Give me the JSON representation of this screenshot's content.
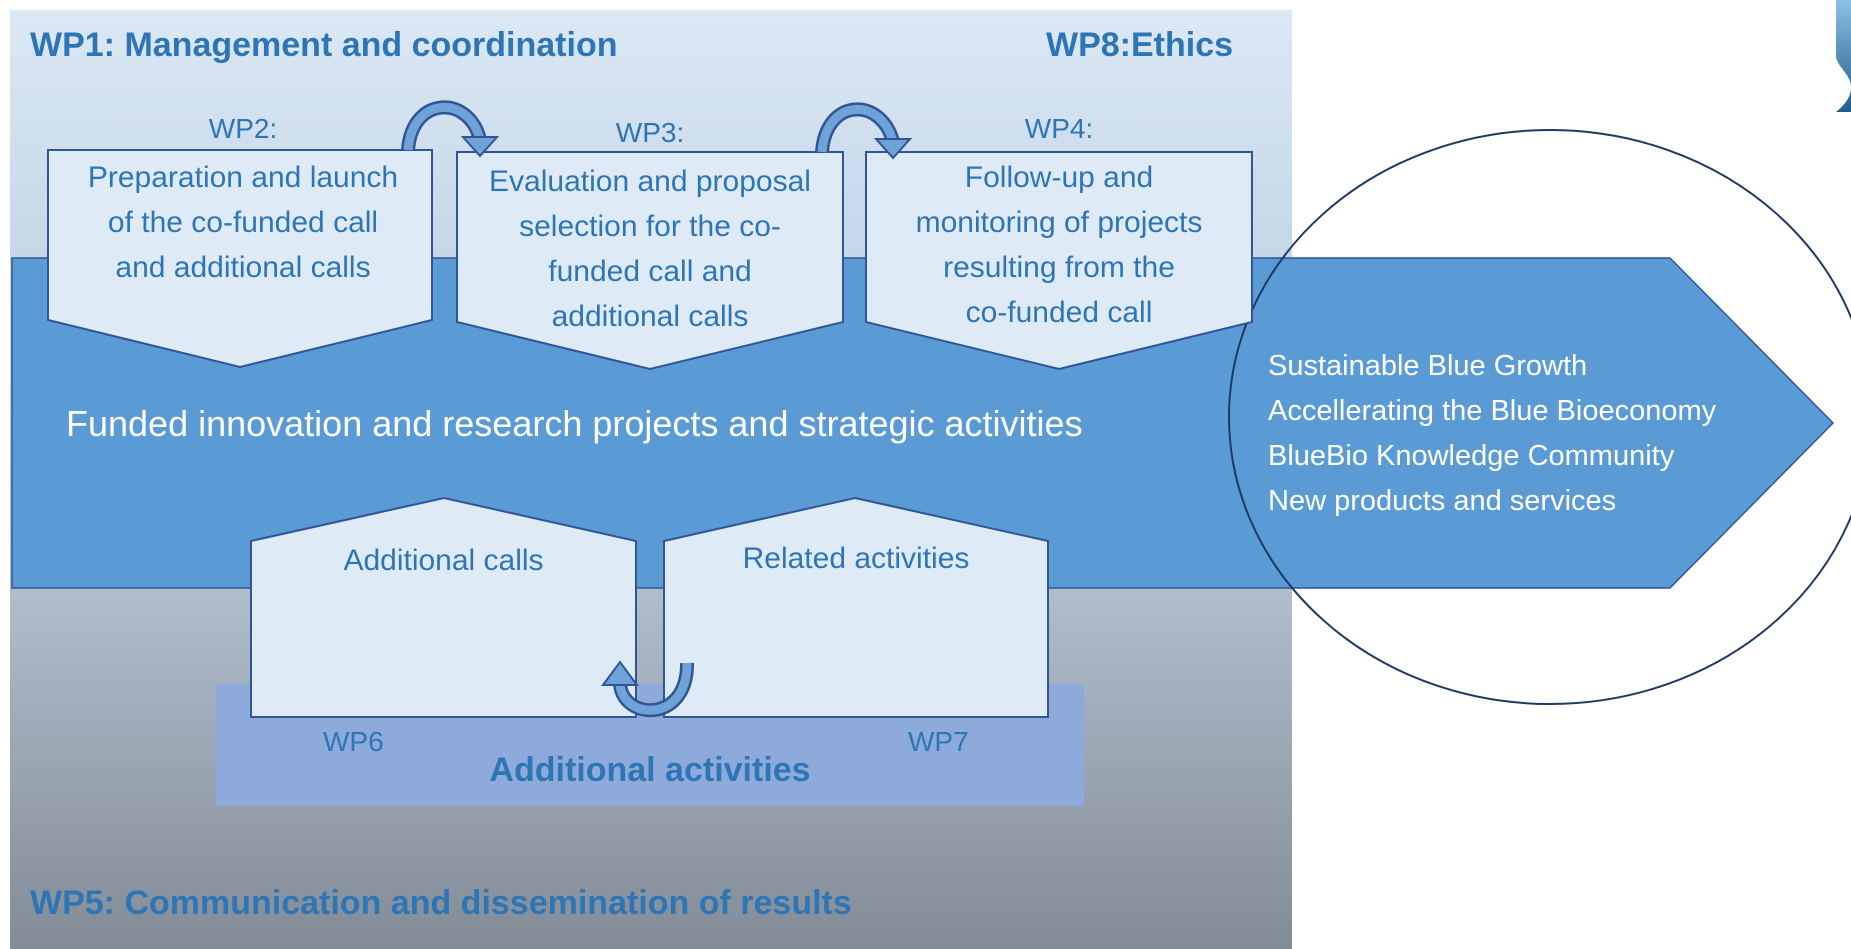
{
  "wp1_title": "WP1: Management and coordination",
  "wp8_title": "WP8:Ethics",
  "wp5_title": "WP5: Communication and dissemination of results",
  "wp2": {
    "label": "WP2:",
    "text": "Preparation and launch\nof the co-funded call\nand additional calls"
  },
  "wp3": {
    "label": "WP3:",
    "text": "Evaluation and proposal\nselection for the co-\nfunded call and\nadditional calls"
  },
  "wp4": {
    "label": "WP4:",
    "text": "Follow-up and\nmonitoring of projects\nresulting from the\nco-funded call"
  },
  "main_arrow_text": "Funded innovation and research projects and strategic activities",
  "outcomes": [
    "Sustainable Blue Growth",
    "Accellerating the Blue Bioeconomy",
    "BlueBio Knowledge Community",
    "New products and services"
  ],
  "wp6_box_text": "Additional calls",
  "wp7_box_text": "Related activities",
  "wp6_label": "WP6",
  "wp7_label": "WP7",
  "additional_activities": "Additional activities",
  "colors": {
    "accent": "#2e75b6",
    "main_arrow": "#5b9bd5",
    "pentagon_fill": "#deebf7",
    "outline": "#2f5597",
    "band": "#8eaadb"
  }
}
